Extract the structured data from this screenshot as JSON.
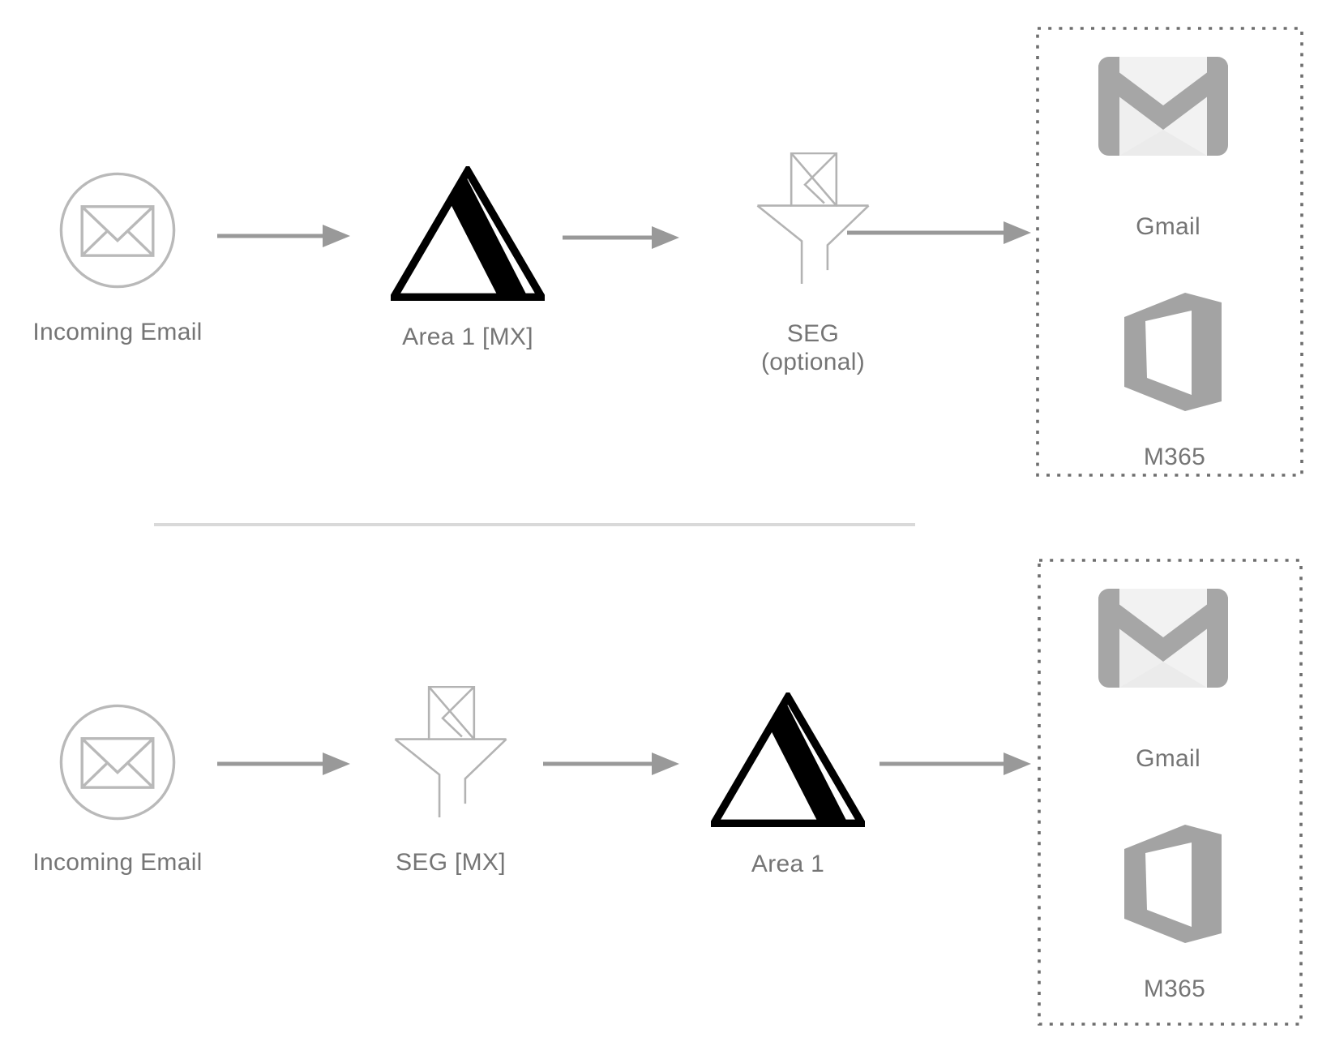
{
  "colors": {
    "text_gray": "#757575",
    "arrow_gray": "#999999",
    "light_icon_gray": "#b9b9b9",
    "funnel_gray": "#b3b3b3",
    "triangle_black": "#000000",
    "gmail_gray": "#a6a6a6",
    "gmail_body": "#f2f2f2",
    "m365_gray": "#a3a3a3",
    "dotted_border_gray": "#6e6e6e",
    "divider_gray": "#d9d9d9"
  },
  "flow1": {
    "source": {
      "label": "Incoming Email"
    },
    "gateway": {
      "label": "Area 1 [MX]"
    },
    "seg": {
      "label_line1": "SEG",
      "label_line2": "(optional)"
    },
    "destinations": {
      "gmail_label": "Gmail",
      "m365_label": "M365"
    }
  },
  "flow2": {
    "source": {
      "label": "Incoming Email"
    },
    "seg": {
      "label": "SEG [MX]"
    },
    "gateway": {
      "label": "Area 1"
    },
    "destinations": {
      "gmail_label": "Gmail",
      "m365_label": "M365"
    }
  }
}
